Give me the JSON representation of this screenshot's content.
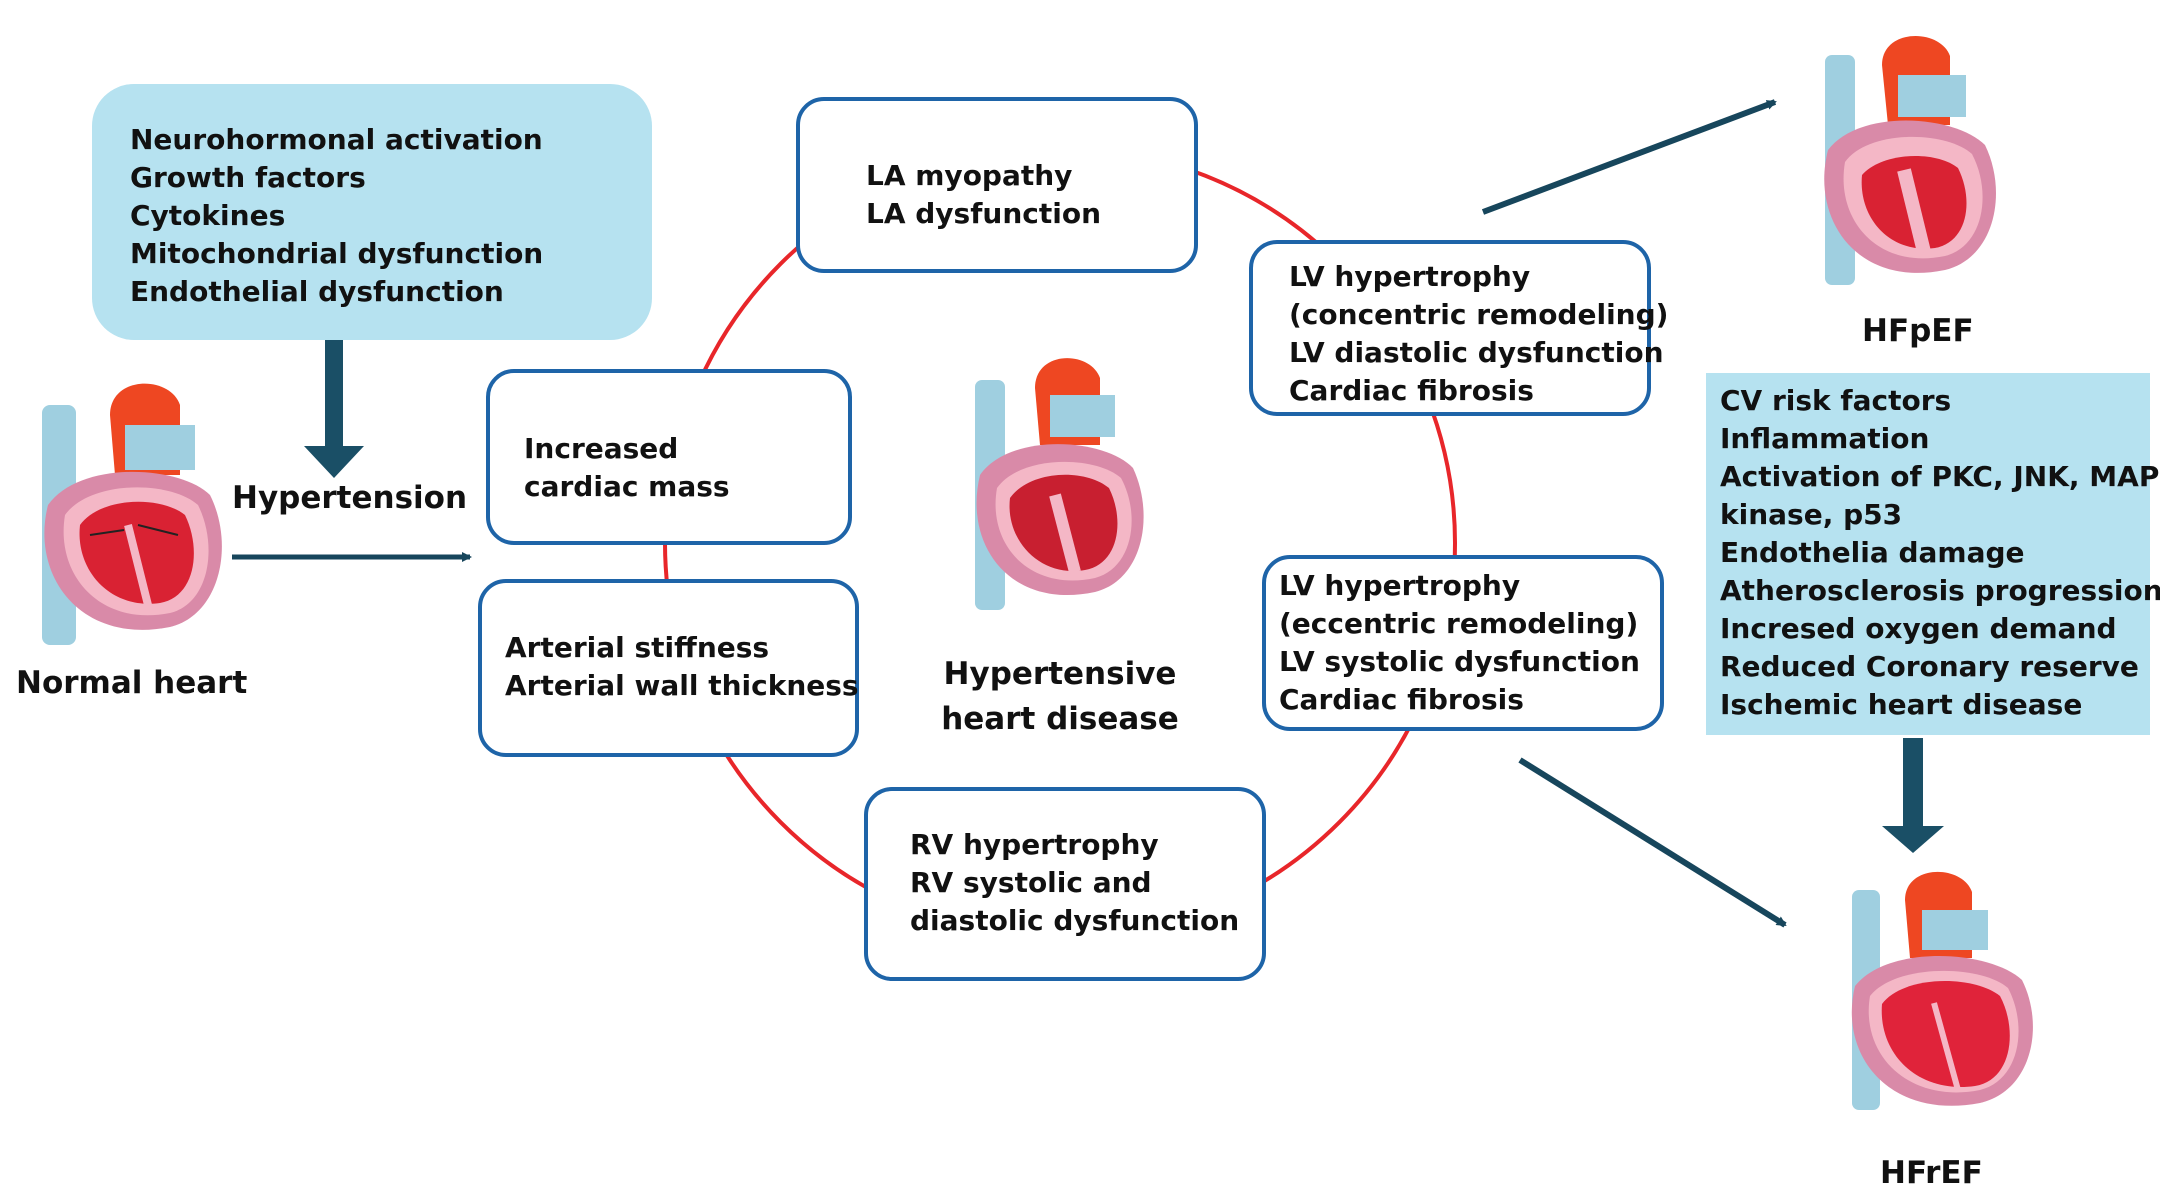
{
  "factors_box": {
    "items": [
      "Neurohormonal activation",
      "Growth factors",
      "Cytokines",
      "Mitochondrial dysfunction",
      "Endothelial dysfunction"
    ]
  },
  "labels": {
    "hypertension": "Hypertension",
    "normal_heart": "Normal heart",
    "hypertensive_line1": "Hypertensive",
    "hypertensive_line2": "heart disease",
    "hfpef": "HFpEF",
    "hfref": "HFrEF"
  },
  "cycle_boxes": {
    "la": [
      "LA myopathy",
      "LA dysfunction"
    ],
    "lv_concentric": [
      "LV hypertrophy",
      "(concentric remodeling)",
      "LV diastolic dysfunction",
      "Cardiac fibrosis"
    ],
    "cardiac_mass": [
      "Increased",
      "cardiac mass"
    ],
    "arterial": [
      "Arterial stiffness",
      "Arterial wall thickness"
    ],
    "lv_eccentric": [
      "LV hypertrophy",
      "(eccentric remodeling)",
      "LV systolic dysfunction",
      "Cardiac fibrosis"
    ],
    "rv": [
      "RV hypertrophy",
      "RV systolic and",
      "diastolic dysfunction"
    ]
  },
  "risk_box": {
    "items": [
      "CV risk factors",
      "Inflammation",
      "Activation of PKC, JNK, MAP",
      "kinase, p53",
      "Endothelia damage",
      "Atherosclerosis progression",
      "Incresed oxygen demand",
      "Reduced Coronary reserve",
      "Ischemic heart disease"
    ]
  },
  "colors": {
    "cycle_ring": "#e8262a",
    "box_border": "#1e64a8",
    "panel_fill": "#b6e2f0",
    "arrow": "#17465c"
  },
  "icons": [
    "heart-illustration"
  ]
}
